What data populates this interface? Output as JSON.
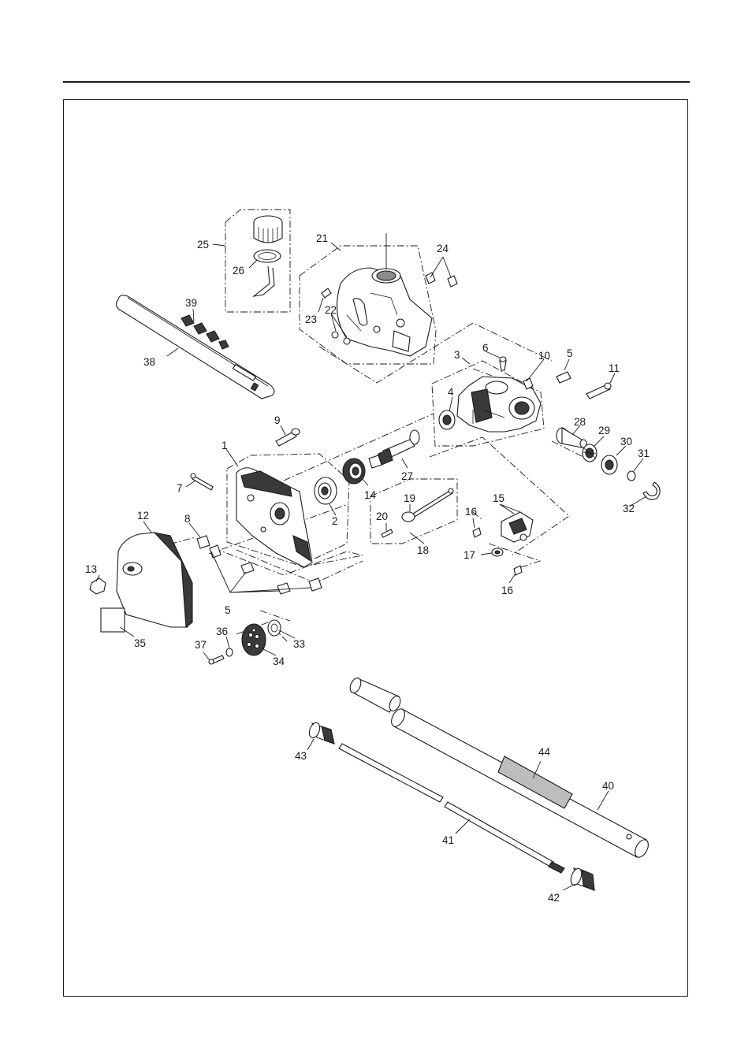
{
  "labels": {
    "p1": "1",
    "p2": "2",
    "p3": "3",
    "p4": "4",
    "p5a": "5",
    "p5b": "5",
    "p6": "6",
    "p7": "7",
    "p8": "8",
    "p9": "9",
    "p10": "10",
    "p11": "11",
    "p12": "12",
    "p13": "13",
    "p14": "14",
    "p15": "15",
    "p16a": "16",
    "p16b": "16",
    "p17": "17",
    "p18": "18",
    "p19": "19",
    "p20": "20",
    "p21": "21",
    "p22": "22",
    "p23": "23",
    "p24": "24",
    "p25": "25",
    "p26": "26",
    "p27": "27",
    "p28": "28",
    "p29": "29",
    "p30": "30",
    "p31": "31",
    "p32": "32",
    "p33": "33",
    "p34": "34",
    "p35": "35",
    "p36": "36",
    "p37": "37",
    "p38": "38",
    "p39": "39",
    "p40": "40",
    "p41": "41",
    "p42": "42",
    "p43": "43",
    "p44": "44"
  },
  "colors": {
    "ink": "#1a1a1a",
    "shade": "#3a3a3a",
    "light": "#bdbdbd"
  }
}
